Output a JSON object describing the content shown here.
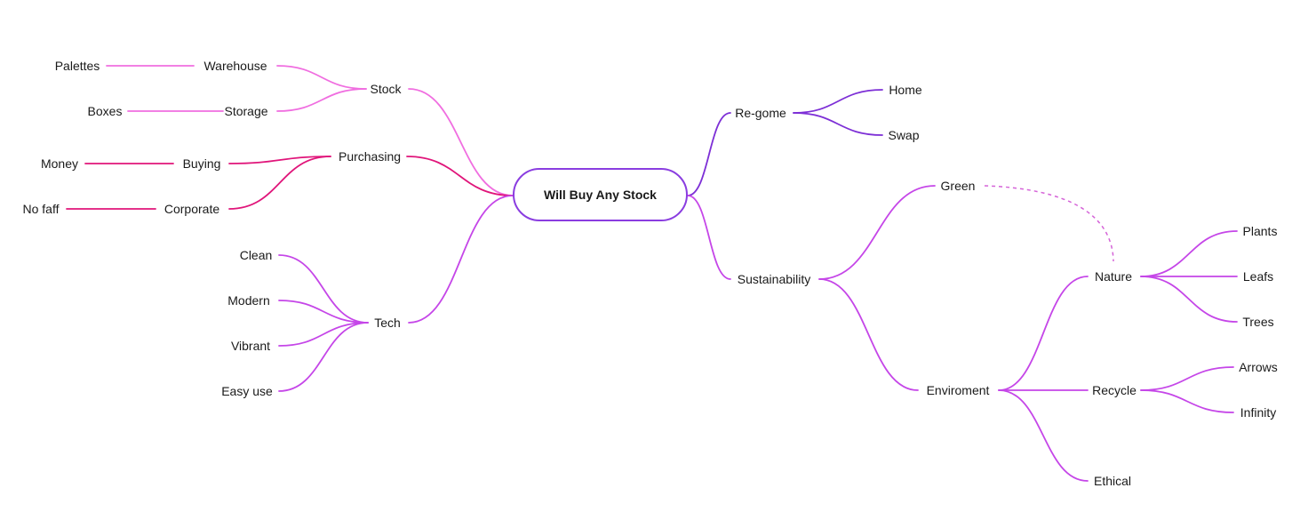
{
  "mindmap": {
    "root": {
      "label": "Will Buy Any Stock"
    },
    "colors": {
      "stock": "#f06ee0",
      "purchasing": "#e0157a",
      "tech": "#c546e8",
      "regome": "#7d2fd6",
      "sustainability": "#c546e8",
      "relation": "#d563d8",
      "root_border": "#8a3de0"
    },
    "nodes": {
      "stock": "Stock",
      "warehouse": "Warehouse",
      "palettes": "Palettes",
      "storage": "Storage",
      "boxes": "Boxes",
      "purchasing": "Purchasing",
      "buying": "Buying",
      "money": "Money",
      "corporate": "Corporate",
      "no_faff": "No faff",
      "tech": "Tech",
      "clean": "Clean",
      "modern": "Modern",
      "vibrant": "Vibrant",
      "easy_use": "Easy use",
      "regome": "Re-gome",
      "home": "Home",
      "swap": "Swap",
      "sustainability": "Sustainability",
      "green": "Green",
      "enviroment": "Enviroment",
      "nature": "Nature",
      "plants": "Plants",
      "leafs": "Leafs",
      "trees": "Trees",
      "recycle": "Recycle",
      "arrows": "Arrows",
      "infinity": "Infinity",
      "ethical": "Ethical"
    },
    "relations": [
      {
        "from": "green",
        "to": "nature",
        "style": "dashed"
      }
    ]
  }
}
